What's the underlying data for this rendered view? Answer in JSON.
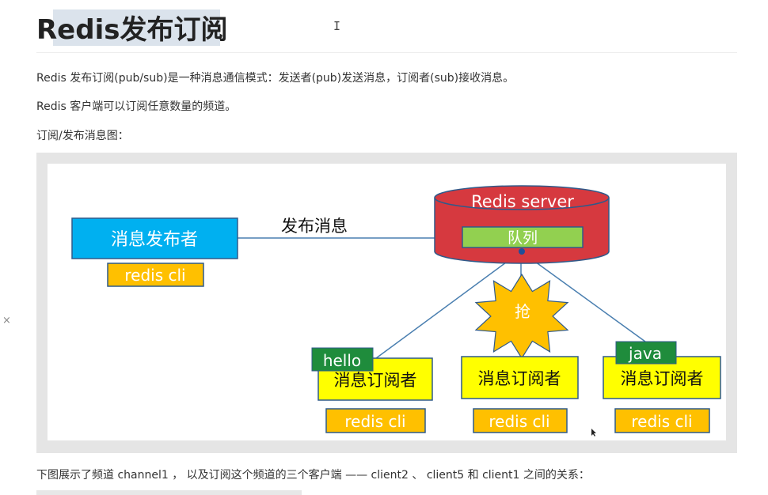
{
  "heading": "Redis发布订阅",
  "paragraphs": [
    "Redis 发布订阅(pub/sub)是一种消息通信模式：发送者(pub)发送消息，订阅者(sub)接收消息。",
    "Redis 客户端可以订阅任意数量的频道。",
    "订阅/发布消息图：",
    "下图展示了频道 channel1 ， 以及订阅这个频道的三个客户端 —— client2 、 client5 和 client1 之间的关系："
  ],
  "cursor_glyph": "I",
  "close_glyph": "×",
  "diagram": {
    "publisher": "消息发布者",
    "publisher_client": "redis cli",
    "publish_label": "发布消息",
    "server": "Redis server",
    "queue": "队列",
    "grab": "抢",
    "subscribers": [
      {
        "label": "消息订阅者",
        "client": "redis cli",
        "tag": "hello"
      },
      {
        "label": "消息订阅者",
        "client": "redis cli",
        "tag": ""
      },
      {
        "label": "消息订阅者",
        "client": "redis cli",
        "tag": "java"
      }
    ]
  }
}
